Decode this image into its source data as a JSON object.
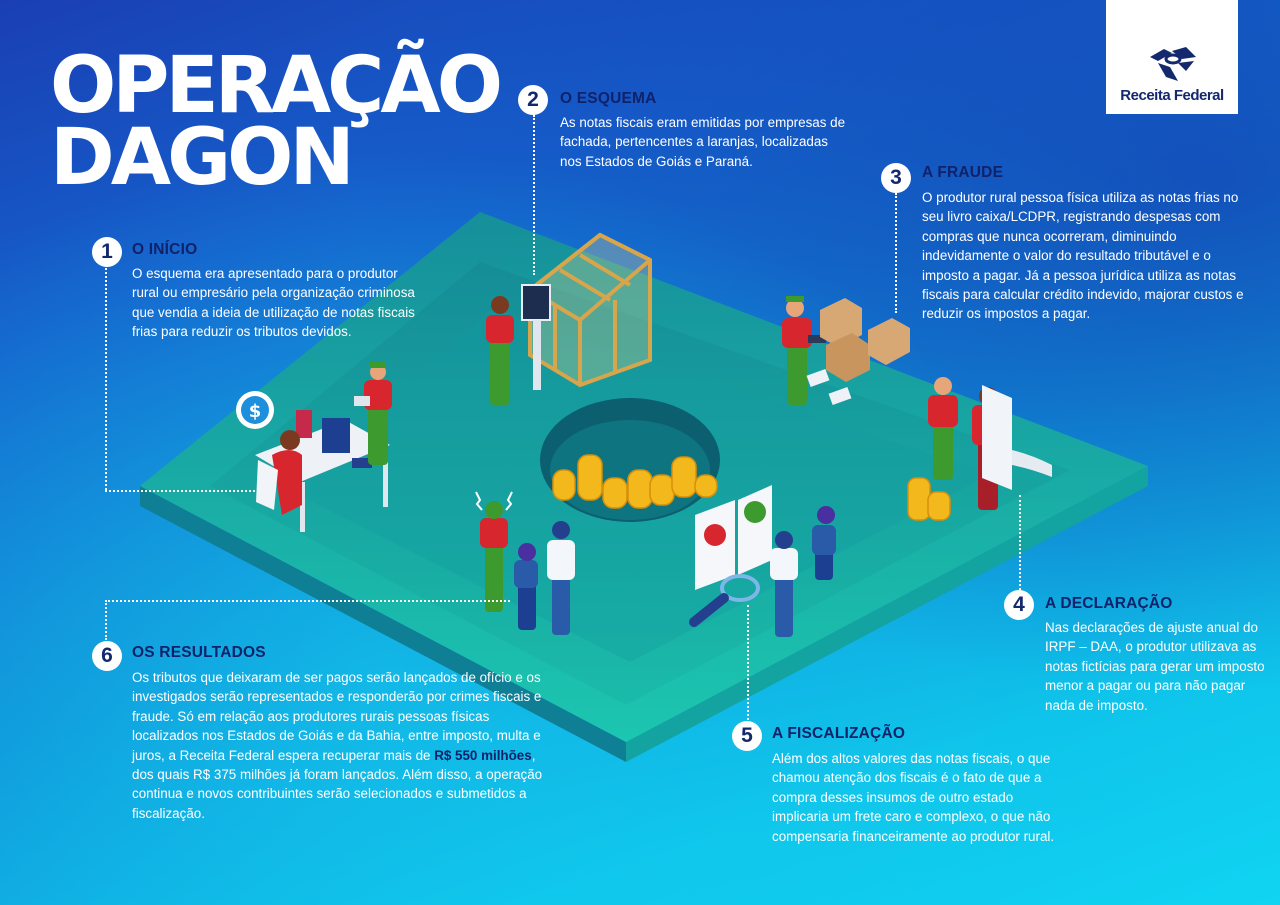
{
  "header": {
    "title_line1": "OPERAÇÃO",
    "title_line2": "DAGON"
  },
  "logo": {
    "name": "Receita Federal",
    "icon": "receita-federal-emblem-icon"
  },
  "colors": {
    "title_text": "#ffffff",
    "section_title": "#10226a",
    "badge_bg": "#ffffff",
    "platform_top": "#19b3a6",
    "platform_side": "#0f8f98",
    "background_top": "#1a3fb4",
    "background_bottom": "#10d4f2"
  },
  "sections": [
    {
      "number": "1",
      "title": "O INÍCIO",
      "body": "O esquema era apresentado para o produtor rural ou empresário pela organização criminosa que vendia a ideia de utilização de notas fiscais frias para reduzir os tributos devidos."
    },
    {
      "number": "2",
      "title": "O ESQUEMA",
      "body": "As notas fiscais eram emitidas por empresas de fachada, pertencentes a laranjas, localizadas nos Estados de Goiás e Paraná."
    },
    {
      "number": "3",
      "title": "A FRAUDE",
      "body": "O produtor rural pessoa física utiliza as notas frias no seu livro caixa/LCDPR, registrando despesas com compras que nunca ocorreram, diminuindo indevidamente o valor do resultado tributável e o imposto a pagar. Já a pessoa jurídica utiliza as notas fiscais para calcular crédito indevido, majorar custos e reduzir os impostos a pagar."
    },
    {
      "number": "4",
      "title": "A DECLARAÇÃO",
      "body": "Nas declarações de ajuste anual do IRPF – DAA, o produtor utilizava as notas fictícias para gerar um imposto menor a pagar ou para não pagar nada de imposto."
    },
    {
      "number": "5",
      "title": "A FISCALIZAÇÃO",
      "body": "Além dos altos valores das notas fiscais, o que chamou atenção dos fiscais é o fato de que a compra desses insumos de outro estado implicaria um frete caro e complexo, o que não compensaria financeiramente ao produtor rural."
    },
    {
      "number": "6",
      "title": "OS RESULTADOS",
      "body_before": "Os tributos que deixaram de ser pagos serão lançados de ofício e os investigados serão representados e responderão por crimes fiscais e fraude. Só em relação aos produtores rurais pessoas físicas localizados nos Estados de Goiás e da Bahia, entre imposto, multa e juros, a Receita Federal espera recuperar mais de ",
      "highlight": "R$ 550 milhões",
      "body_after": ", dos quais R$ 375 milhões já foram lançados. Além disso, a operação continua e novos contribuintes serão selecionados e submetidos a fiscalização."
    }
  ],
  "illustration": {
    "platform": "isometric-teal-platform",
    "elements": [
      "dollar-speech-bubble-icon",
      "office-desk-with-computer",
      "farmer-with-tablet",
      "worker-at-blueprint-screen",
      "wooden-house-frame",
      "farmer-with-boxes",
      "cardboard-boxes",
      "hole-with-gold-coins",
      "farmer-handshake-with-businessman",
      "coin-stacks",
      "receipt-scroll",
      "stressed-farmer-with-officials",
      "profile-documents",
      "magnifying-glass",
      "auditors-examining"
    ]
  }
}
